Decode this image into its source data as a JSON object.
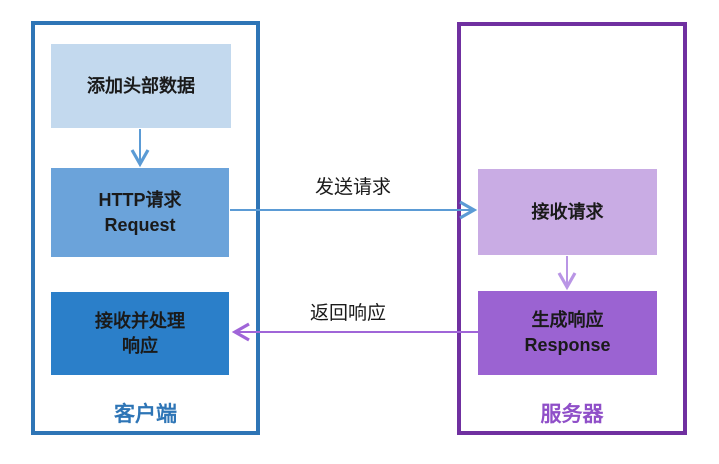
{
  "client": {
    "label": "客户端",
    "box_add_header": "添加头部数据",
    "box_request_line1": "HTTP请求",
    "box_request_line2": "Request",
    "box_receive_line1": "接收并处理",
    "box_receive_line2": "响应"
  },
  "server": {
    "label": "服务器",
    "box_receive_request": "接收请求",
    "box_response_line1": "生成响应",
    "box_response_line2": "Response"
  },
  "arrows": {
    "send_label": "发送请求",
    "return_label": "返回响应"
  },
  "colors": {
    "client_border": "#2e75b6",
    "client_label": "#2e75b6",
    "box_light_blue": "#c3d9ee",
    "box_medium_blue": "#6ba3da",
    "box_dark_blue": "#2b7fc9",
    "blue_arrow": "#5b9bd5",
    "server_border": "#7030a0",
    "server_label": "#8f4fc8",
    "box_light_purple": "#c9ace4",
    "box_dark_purple": "#9b63d2",
    "purple_arrow_light": "#b995e5",
    "purple_arrow": "#a065d8"
  }
}
